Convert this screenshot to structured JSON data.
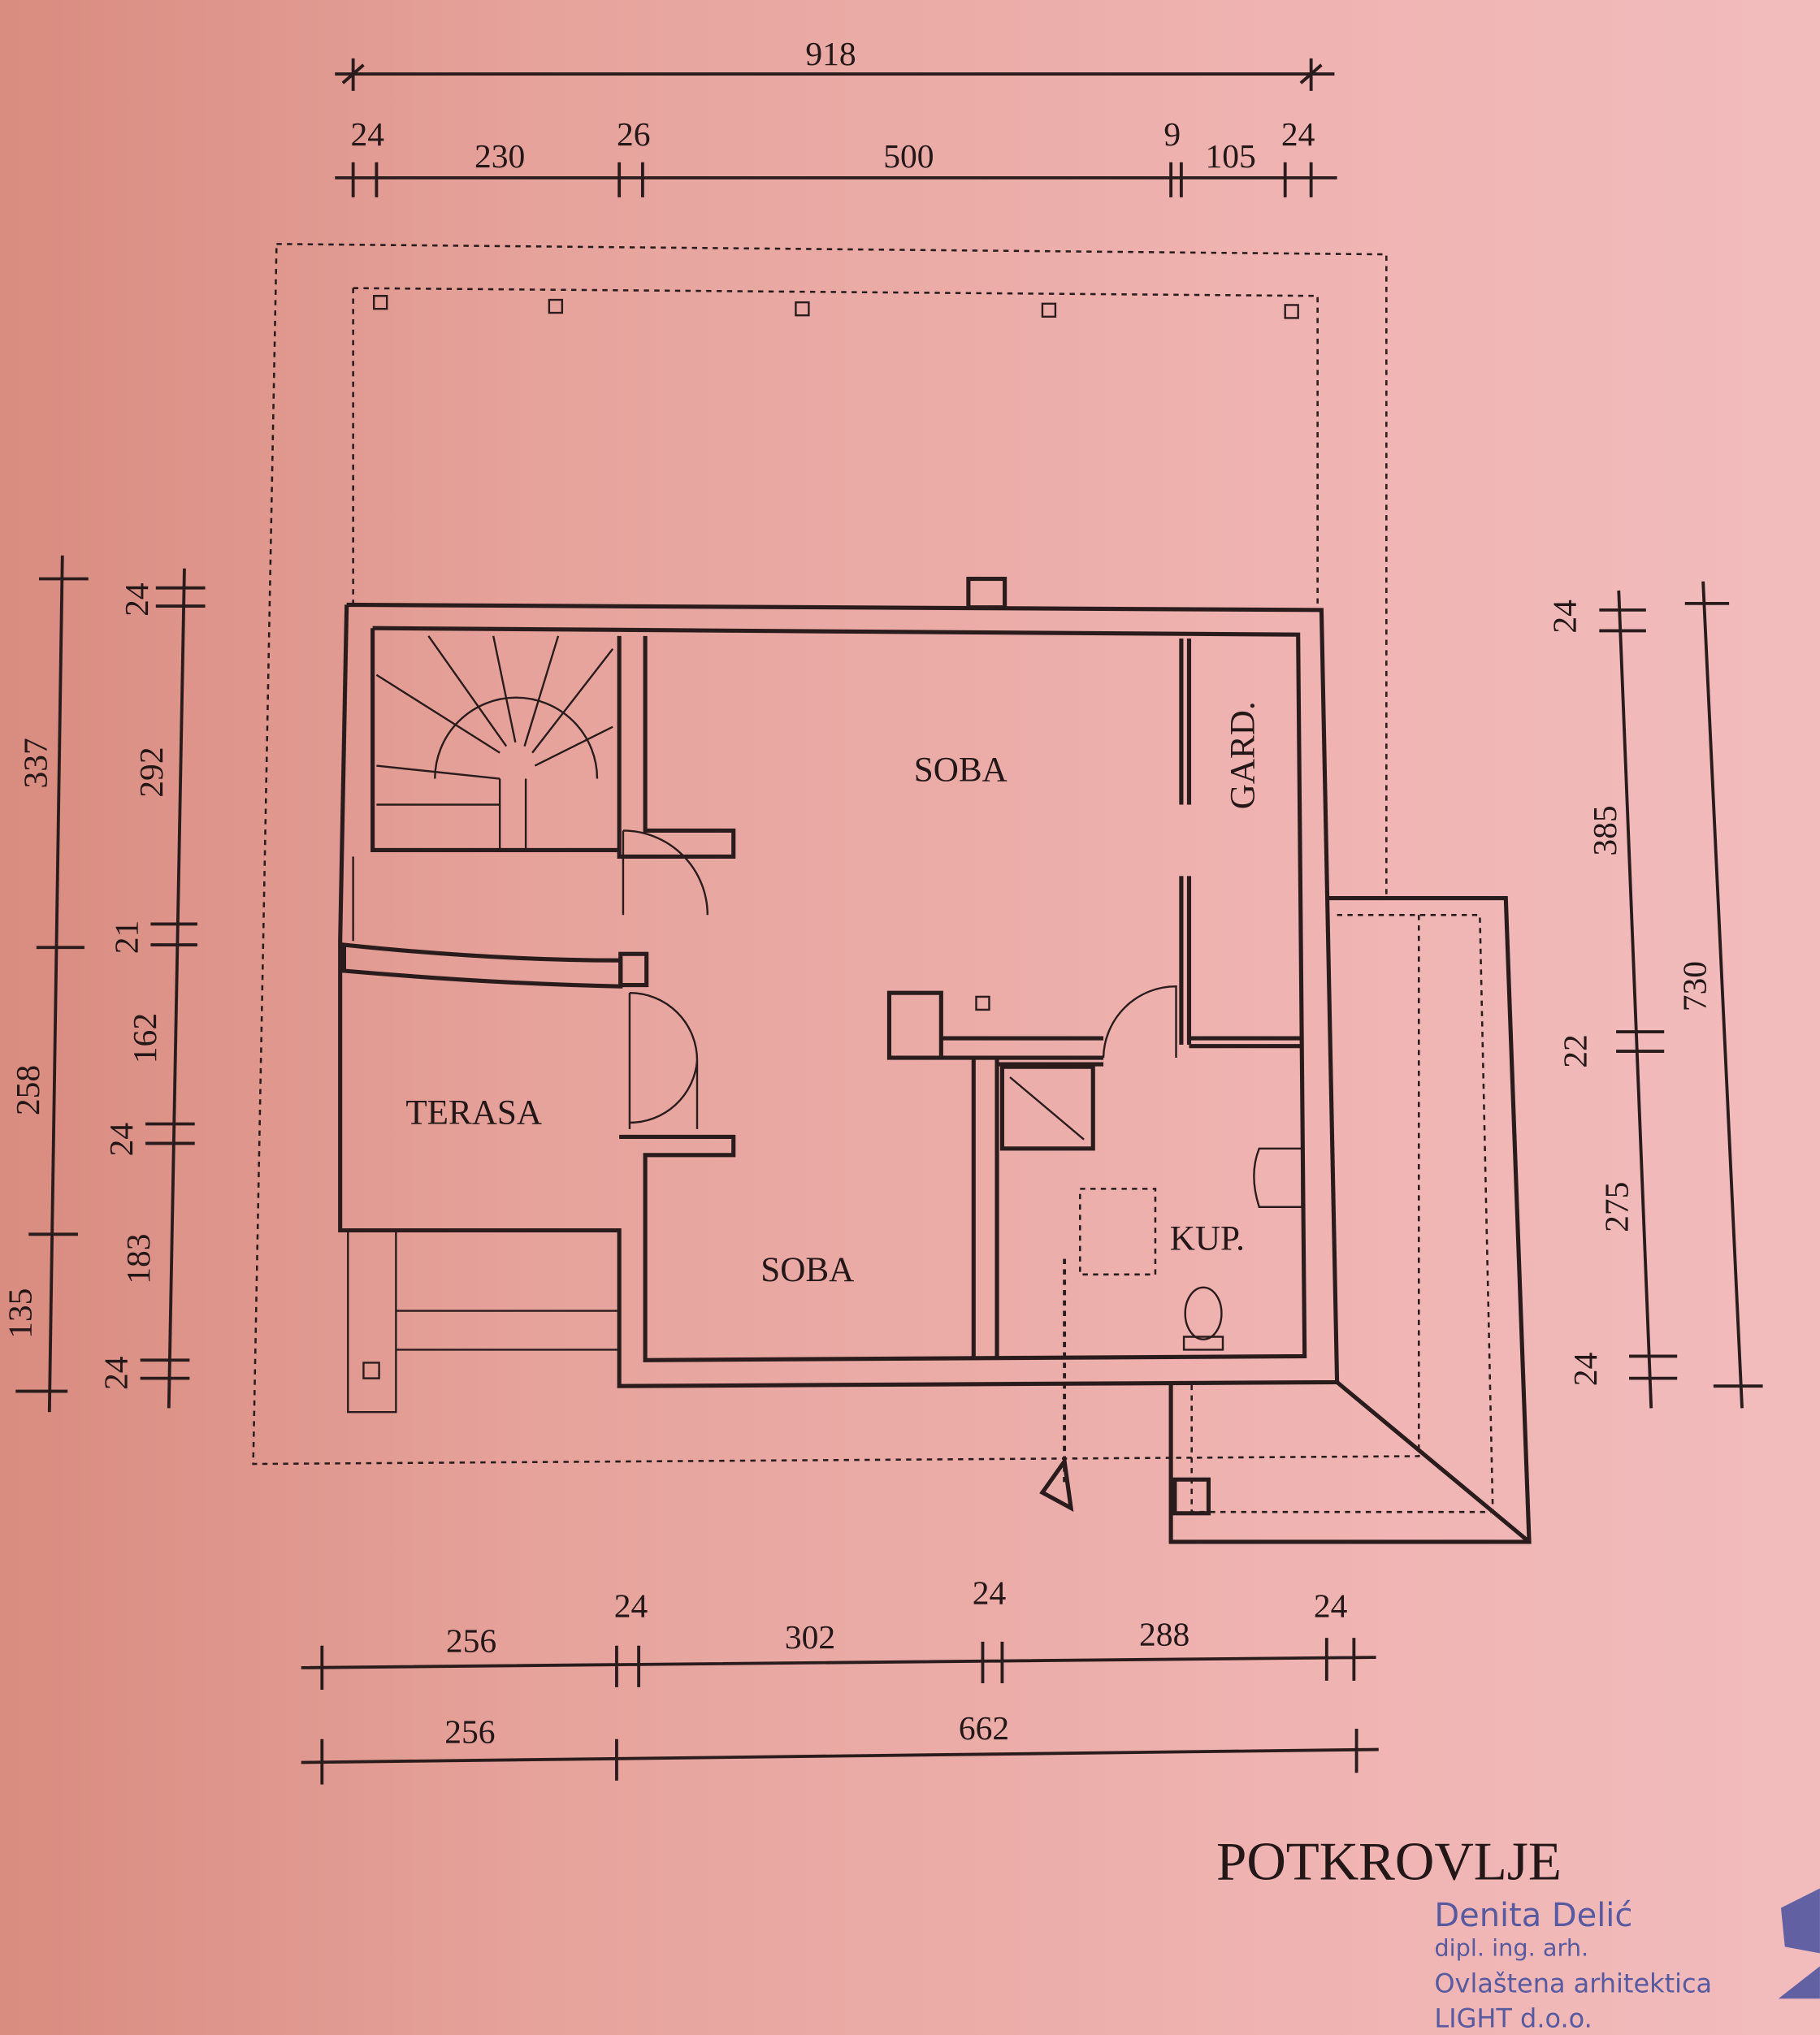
{
  "drawing_title": "POTKROVLJE",
  "rooms": {
    "soba_top": "SOBA",
    "gard": "GARD.",
    "terasa": "TERASA",
    "soba_bottom": "SOBA",
    "kup": "KUP."
  },
  "dims_top": {
    "total": "918",
    "parts": [
      "24",
      "230",
      "26",
      "500",
      "9",
      "105",
      "24"
    ]
  },
  "dims_bottom": {
    "row1": [
      "256",
      "24",
      "302",
      "24",
      "288",
      "24"
    ],
    "row2": [
      "256",
      "662"
    ]
  },
  "dims_left": {
    "outer": [
      "337",
      "258",
      "135"
    ],
    "inner": [
      "24",
      "292",
      "21",
      "162",
      "24",
      "183",
      "24"
    ]
  },
  "dims_right": {
    "inner": [
      "24",
      "385",
      "22",
      "275",
      "24"
    ],
    "outer": "730"
  },
  "stamp": {
    "name": "Denita Delić",
    "degree": "dipl. ing. arh.",
    "role": "Ovlaštena arhitektica",
    "company": "LIGHT d.o.o."
  },
  "colors": {
    "ink": "#2a1c1c",
    "stamp": "#3d4a9c",
    "paper": "#eaa9a6"
  }
}
